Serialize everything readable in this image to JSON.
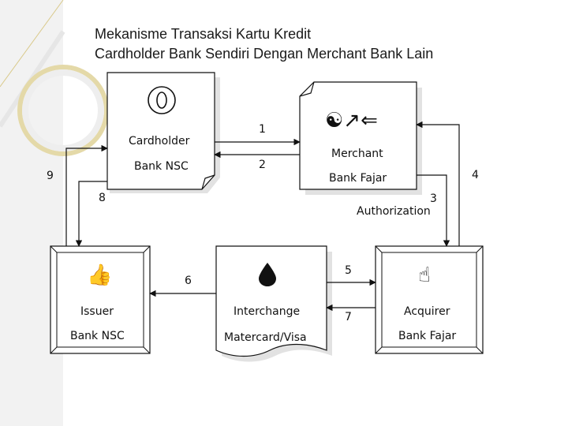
{
  "title": {
    "line1": "Mekanisme Transaksi Kartu Kredit",
    "line2": "Cardholder Bank Sendiri Dengan Merchant Bank Lain"
  },
  "nodes": {
    "cardholder": {
      "icon": "cardholder-symbol-icon",
      "name": "Cardholder",
      "bank": "Bank NSC"
    },
    "merchant": {
      "icon": "merchant-symbols-icon",
      "name": "Merchant",
      "bank": "Bank Fajar"
    },
    "issuer": {
      "icon": "thumbs-up-icon",
      "name": "Issuer",
      "bank": "Bank NSC"
    },
    "interchange": {
      "icon": "drop-icon",
      "name": "Interchange",
      "network": "Matercard/Visa"
    },
    "acquirer": {
      "icon": "hand-icon",
      "name": "Acquirer",
      "bank": "Bank Fajar"
    }
  },
  "steps": {
    "s1": "1",
    "s2": "2",
    "s3": "3",
    "s3_label": "Authorization",
    "s4": "4",
    "s5": "5",
    "s6": "6",
    "s7": "7",
    "s8": "8",
    "s9": "9"
  },
  "colors": {
    "line": "#111111",
    "decor": "#d9c98a",
    "box_shadow": "#cfcfcf"
  }
}
